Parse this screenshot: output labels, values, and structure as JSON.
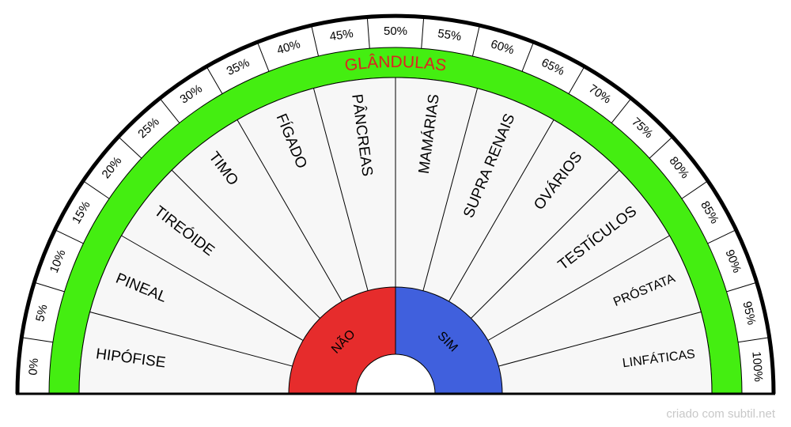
{
  "title": "GLÂNDULAS",
  "percent_labels": [
    "0%",
    "5%",
    "10%",
    "15%",
    "20%",
    "25%",
    "30%",
    "35%",
    "40%",
    "45%",
    "50%",
    "55%",
    "60%",
    "65%",
    "70%",
    "75%",
    "80%",
    "85%",
    "90%",
    "95%",
    "100%"
  ],
  "segments": [
    "HIPÓFISE",
    "PINEAL",
    "TIREÓIDE",
    "TIMO",
    "FÍGADO",
    "PÂNCREAS",
    "MAMÁRIAS",
    "SUPRA RENAIS",
    "OVÁRIOS",
    "TESTÍCULOS",
    "PRÓSTATA",
    "LINFÁTICAS"
  ],
  "center": {
    "left_label": "NÃO",
    "right_label": "SIM"
  },
  "colors": {
    "ring": "#44ee11",
    "title": "#dd2222",
    "no": "#e62c2c",
    "yes": "#4060dd",
    "segment_bg": "#f7f7f7"
  },
  "credit": "criado com subtil.net"
}
